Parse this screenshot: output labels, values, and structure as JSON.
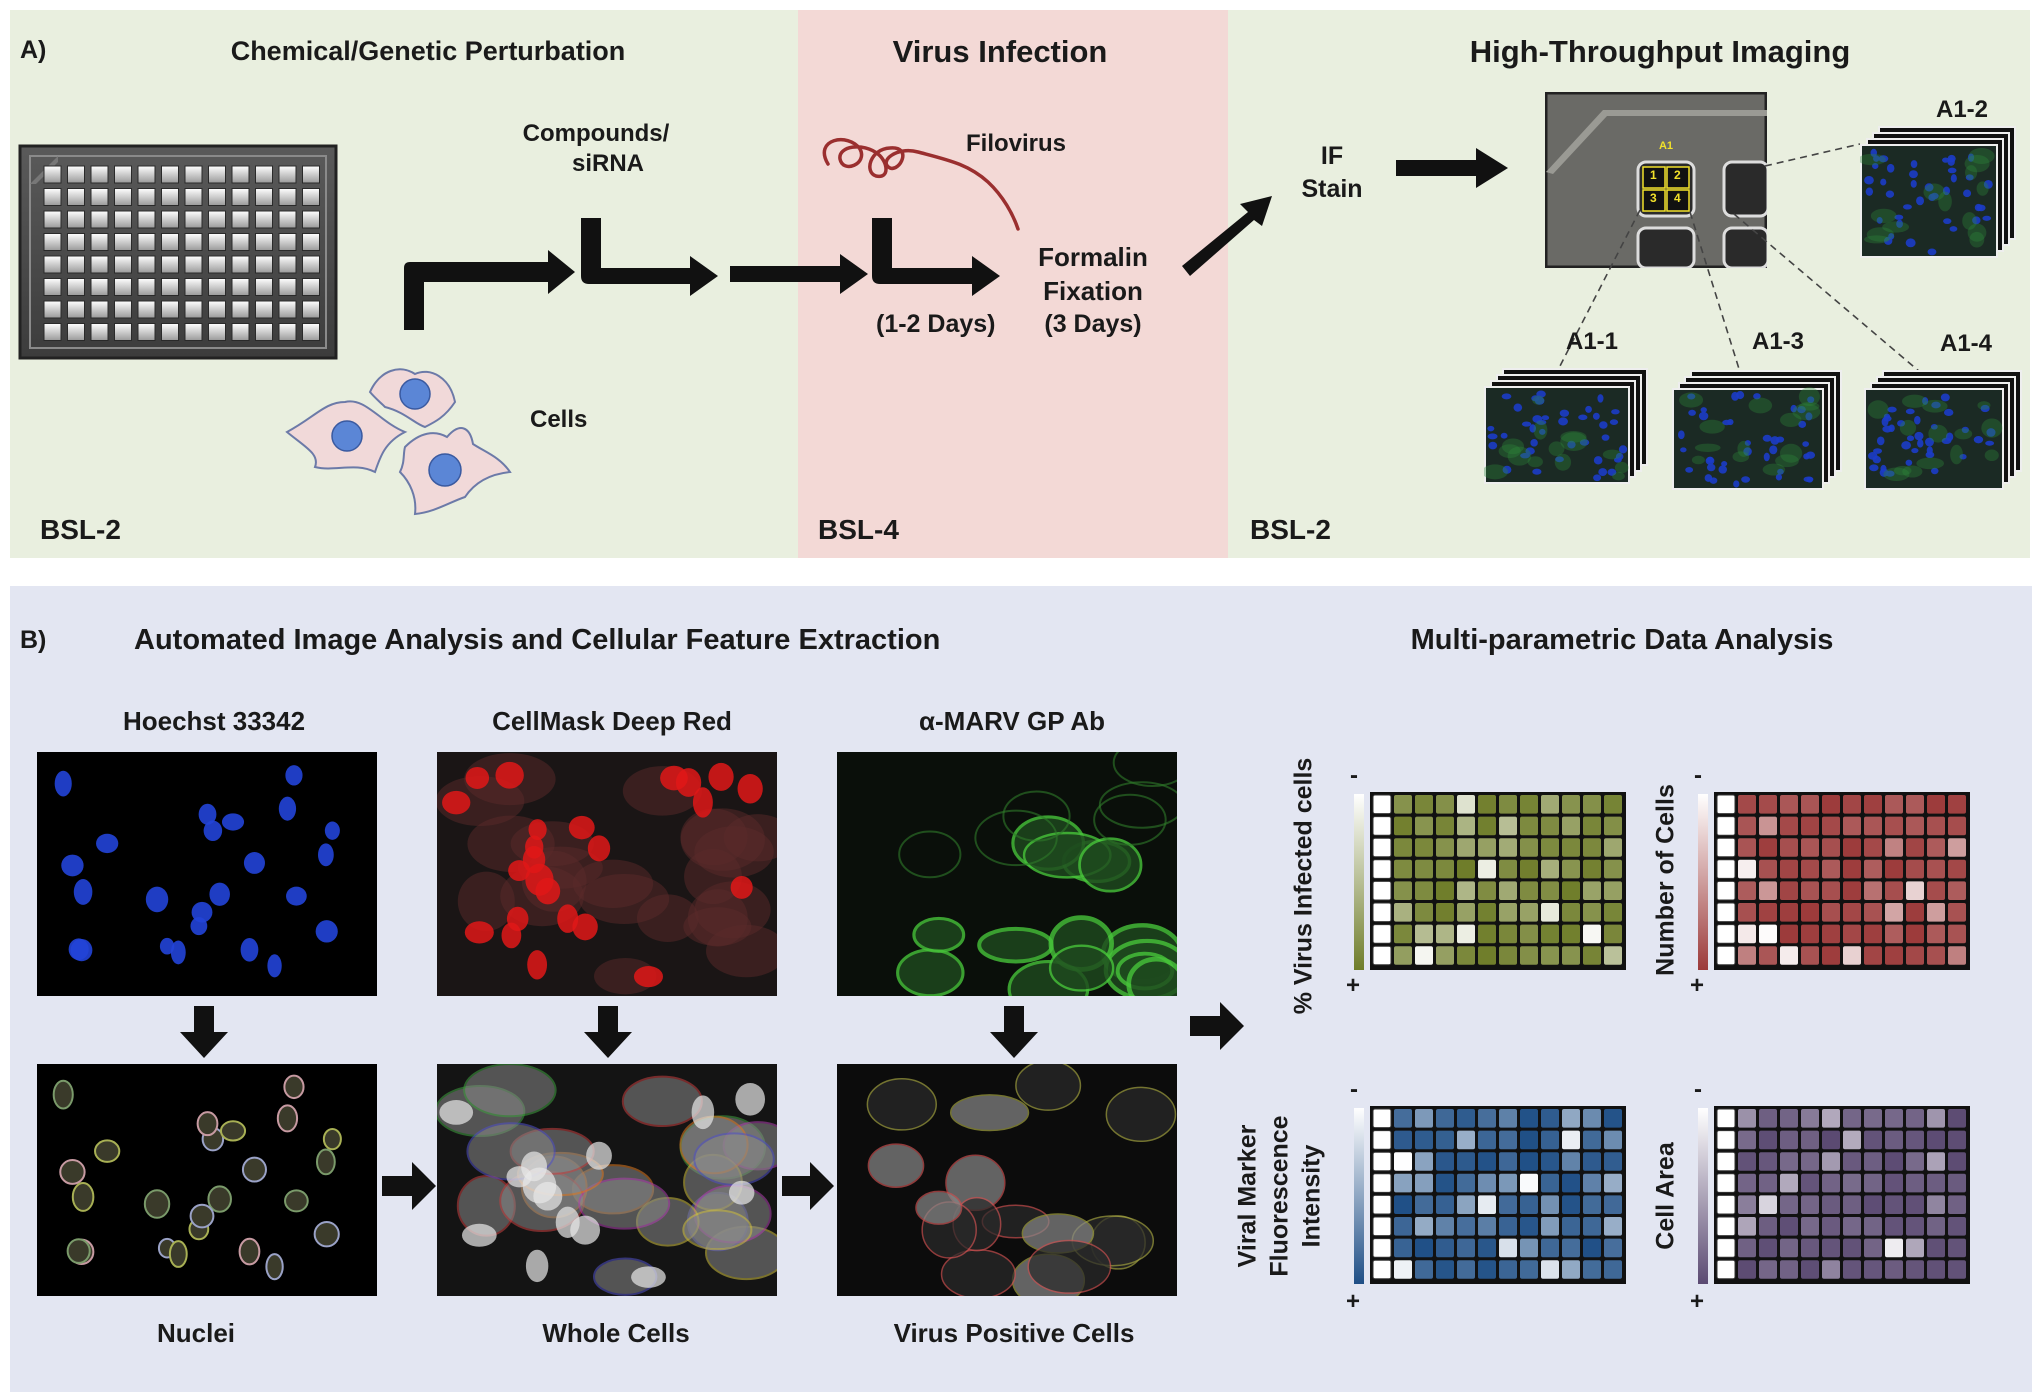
{
  "panel_a": {
    "label": "A)",
    "section_perturbation": {
      "title": "Chemical/Genetic Perturbation",
      "compounds_label_line1": "Compounds/",
      "compounds_label_line2": "siRNA",
      "cells_label": "Cells",
      "biosafety": "BSL-2"
    },
    "section_infection": {
      "title": "Virus Infection",
      "virus_label": "Filovirus",
      "duration_infection": "(1-2 Days)",
      "fixation_line1": "Formalin",
      "fixation_line2": "Fixation",
      "duration_fixation": "(3 Days)",
      "biosafety": "BSL-4"
    },
    "section_imaging": {
      "title": "High-Throughput Imaging",
      "stain_line1": "IF",
      "stain_line2": "Stain",
      "well_label": "A1",
      "field_labels": [
        "A1-1",
        "A1-2",
        "A1-3",
        "A1-4"
      ],
      "field_numbers": [
        "1",
        "2",
        "3",
        "4"
      ],
      "biosafety": "BSL-2"
    },
    "colors": {
      "bsl2_bg": "#e9efdf",
      "bsl4_bg": "#f3d9d6",
      "cell_fill": "#f1d9d9",
      "nucleus_fill": "#5b86d6",
      "virus_color": "#9a2f2f"
    }
  },
  "panel_b": {
    "label": "B)",
    "title_left": "Automated Image Analysis and Cellular Feature Extraction",
    "title_right": "Multi-parametric Data Analysis",
    "channels": [
      {
        "name": "Hoechst 33342",
        "result": "Nuclei",
        "color": "#2a4fd8"
      },
      {
        "name": "CellMask Deep Red",
        "result": "Whole Cells",
        "color": "#e01818"
      },
      {
        "name": "α-MARV GP Ab",
        "result": "Virus Positive Cells",
        "color": "#39b034"
      }
    ],
    "heatmaps": [
      {
        "label": "% Virus Infected cells",
        "color": "#6f7d2a",
        "minus": "-",
        "plus": "+"
      },
      {
        "label": "Number of Cells",
        "color": "#9c3a3a",
        "minus": "-",
        "plus": "+"
      },
      {
        "label_line1": "Viral Marker",
        "label_line2": "Fluorescence",
        "label_line3": "Intensity",
        "color": "#1f4f86",
        "minus": "-",
        "plus": "+"
      },
      {
        "label": "Cell Area",
        "color": "#5b4a72",
        "minus": "-",
        "plus": "+"
      }
    ],
    "colors": {
      "panel_bg": "#e3e6f2"
    }
  }
}
